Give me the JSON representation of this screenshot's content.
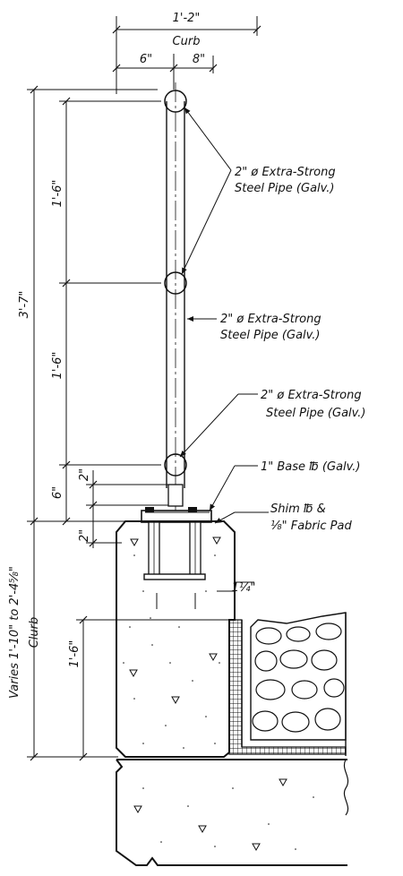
{
  "dimensions": {
    "overall_width": "1'-2\"",
    "curb": "Curb",
    "left_offset": "6\"",
    "right_offset": "8\"",
    "total_height": "3'-7\"",
    "upper_spacing": "1'-6\"",
    "middle_spacing": "1'-6\"",
    "bottom_clear": "6\"",
    "plate_gap_top": "2\"",
    "curb_top_drop": "2\"",
    "curb_reveal": "1¼\"",
    "curb_height": "Varies 1'-10\" to 2'-4⅝\"",
    "curb_height_label": "Clurb",
    "lower_spacing": "1'-6\""
  },
  "callouts": {
    "pipe_top_line1": "2\" ø Extra-Strong",
    "pipe_top_line2": "Steel Pipe (Galv.)",
    "pipe_mid_line1": "2\" ø Extra-Strong",
    "pipe_mid_line2": "Steel Pipe (Galv.)",
    "pipe_low_line1": "2\" ø Extra-Strong",
    "pipe_low_line2": "Steel Pipe (Galv.)",
    "base_plate": "1\" Base ℔ (Galv.)",
    "shim_line1": "Shim ℔ &",
    "shim_line2": "⅛\" Fabric Pad"
  }
}
